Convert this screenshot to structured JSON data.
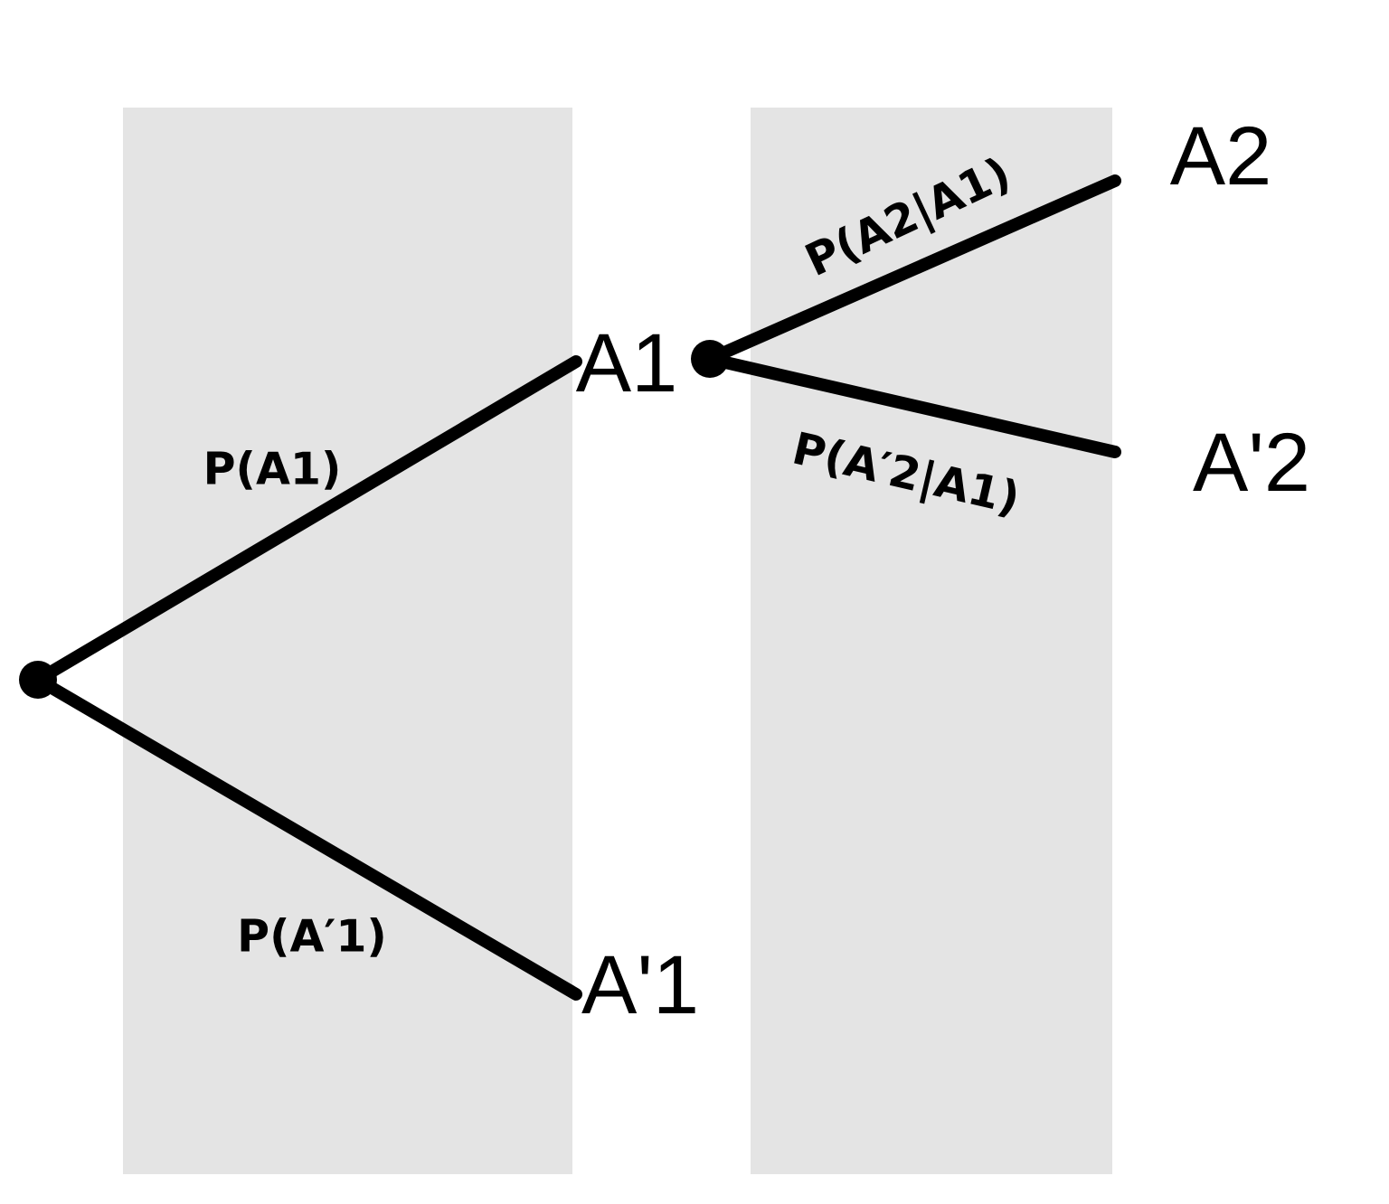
{
  "diagram": {
    "type": "probability-tree",
    "description": "Two-stage probability tree with events A and their complements",
    "colors": {
      "background": "#ffffff",
      "stage_band": "#e4e4e4",
      "line": "#000000",
      "text": "#000000"
    },
    "nodes": [
      {
        "id": "root",
        "label": ""
      },
      {
        "id": "a1",
        "label": "A1"
      },
      {
        "id": "a2",
        "label": "A2"
      },
      {
        "id": "a2-prime",
        "label": "A'2"
      },
      {
        "id": "a1-prime",
        "label": "A'1"
      }
    ],
    "edges": [
      {
        "from": "root",
        "to": "a1",
        "label": "P(A1)"
      },
      {
        "from": "root",
        "to": "a1-prime",
        "label": "P(A′1)"
      },
      {
        "from": "a1",
        "to": "a2",
        "label": "P(A2|A1)"
      },
      {
        "from": "a1",
        "to": "a2-prime",
        "label": "P(A′2|A1)"
      }
    ]
  }
}
